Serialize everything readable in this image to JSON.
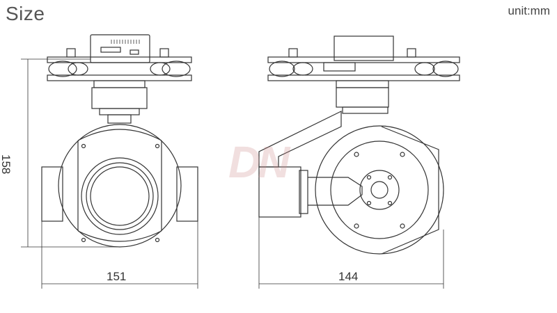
{
  "header": {
    "title": "Size",
    "unit": "unit:mm"
  },
  "dimensions": {
    "height_front": "158",
    "width_front": "151",
    "width_side": "144"
  },
  "watermark": {
    "text": "DN"
  },
  "colors": {
    "stroke": "#333333",
    "watermark": "#cd8c8c"
  }
}
